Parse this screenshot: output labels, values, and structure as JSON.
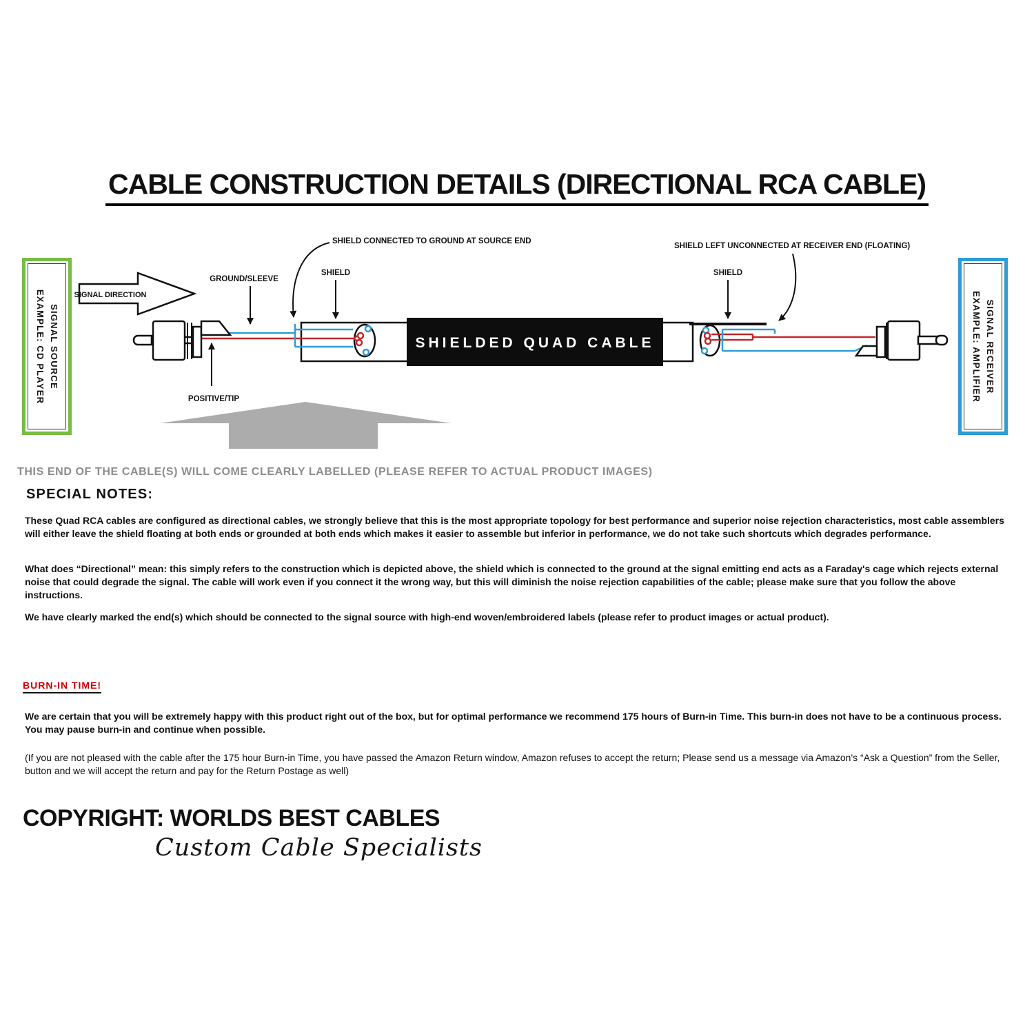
{
  "title": "CABLE CONSTRUCTION DETAILS (DIRECTIONAL RCA CABLE)",
  "colors": {
    "green": "#76BD43",
    "blue": "#2E9CD6",
    "red": "#C1272D",
    "gray-arrow": "#ACACAC",
    "gray-text": "#8C8C8C",
    "burnin-red": "#CC0000"
  },
  "diagram": {
    "source_box": {
      "line1": "SIGNAL SOURCE",
      "line2": "EXAMPLE: CD PLAYER"
    },
    "receiver_box": {
      "line1": "SIGNAL RECEIVER",
      "line2": "EXAMPLE: AMPLIFIER"
    },
    "labels": {
      "signal_direction": "SIGNAL DIRECTION",
      "shield_connected": "SHIELD CONNECTED TO GROUND AT SOURCE END",
      "shield_floating": "SHIELD LEFT UNCONNECTED AT RECEIVER END (FLOATING)",
      "ground_sleeve": "GROUND/SLEEVE",
      "shield_left": "SHIELD",
      "shield_right": "SHIELD",
      "positive_tip": "POSITIVE/TIP",
      "cable_name": "SHIELDED QUAD CABLE"
    }
  },
  "caption": "THIS END OF THE CABLE(S) WILL COME CLEARLY LABELLED (PLEASE REFER TO ACTUAL PRODUCT IMAGES)",
  "special_notes": {
    "heading": "SPECIAL NOTES:",
    "paragraphs": [
      "These Quad RCA cables are configured as directional cables, we strongly believe that this is the most appropriate topology for best performance and superior noise rejection characteristics, most cable assemblers will either leave the shield floating at both ends or grounded at both ends which makes it easier to assemble but inferior in performance, we do not take such shortcuts which degrades performance.",
      "What does “Directional” mean: this simply refers to the construction which is depicted above, the shield which is connected to the ground at the signal emitting end acts as a Faraday's cage which rejects external noise that could degrade the signal. The cable will work even if you connect it the wrong way, but this will diminish the noise rejection capabilities of the cable; please make sure that you follow the above instructions.",
      "We have clearly marked the end(s) which should be connected to the signal source with high-end woven/embroidered labels (please refer to product images or actual product)."
    ]
  },
  "burn_in": {
    "heading": "BURN-IN TIME!",
    "paragraph_bold": "We are certain that you will be extremely happy with this product right out of the box, but for optimal performance we recommend 175 hours of Burn-in Time. This burn-in does not have to be a continuous process. You may pause burn-in and continue when possible.",
    "paragraph_regular": "(If you are not pleased with the cable after the 175 hour Burn-in Time, you have passed the Amazon Return window, Amazon refuses to accept the return; Please send us a message via Amazon's “Ask a Question” from the Seller, button and we will accept the return and pay for the Return Postage as well)"
  },
  "footer": {
    "copyright": "COPYRIGHT: WORLDS BEST CABLES",
    "tagline": "Custom Cable Specialists"
  }
}
